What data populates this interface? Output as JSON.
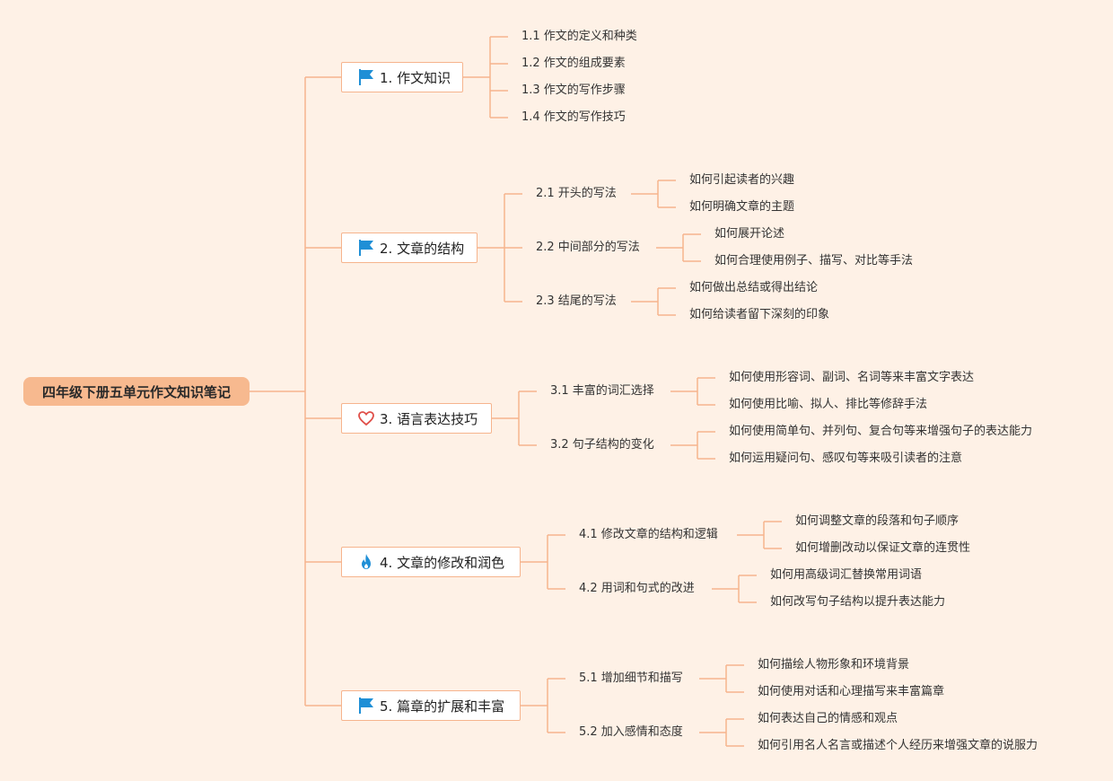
{
  "root": {
    "title": "四年级下册五单元作文知识笔记"
  },
  "colors": {
    "background": "#fef1e6",
    "root_fill": "#f7b98f",
    "line": "#f6b48d",
    "flag": "#1f8fd6",
    "heart": "#e0504a",
    "flame": "#1f8fd6"
  },
  "branches": [
    {
      "label": "1. 作文知识",
      "icon": "flag-icon",
      "children": [
        {
          "label": "1.1 作文的定义和种类",
          "children": []
        },
        {
          "label": "1.2 作文的组成要素",
          "children": []
        },
        {
          "label": "1.3 作文的写作步骤",
          "children": []
        },
        {
          "label": "1.4 作文的写作技巧",
          "children": []
        }
      ]
    },
    {
      "label": "2. 文章的结构",
      "icon": "flag-icon",
      "children": [
        {
          "label": "2.1 开头的写法",
          "children": [
            "如何引起读者的兴趣",
            "如何明确文章的主题"
          ]
        },
        {
          "label": "2.2 中间部分的写法",
          "children": [
            "如何展开论述",
            "如何合理使用例子、描写、对比等手法"
          ]
        },
        {
          "label": "2.3 结尾的写法",
          "children": [
            "如何做出总结或得出结论",
            "如何给读者留下深刻的印象"
          ]
        }
      ]
    },
    {
      "label": "3. 语言表达技巧",
      "icon": "heart-icon",
      "children": [
        {
          "label": "3.1 丰富的词汇选择",
          "children": [
            "如何使用形容词、副词、名词等来丰富文字表达",
            "如何使用比喻、拟人、排比等修辞手法"
          ]
        },
        {
          "label": "3.2 句子结构的变化",
          "children": [
            "如何使用简单句、并列句、复合句等来增强句子的表达能力",
            "如何运用疑问句、感叹句等来吸引读者的注意"
          ]
        }
      ]
    },
    {
      "label": "4. 文章的修改和润色",
      "icon": "flame-icon",
      "children": [
        {
          "label": "4.1 修改文章的结构和逻辑",
          "children": [
            "如何调整文章的段落和句子顺序",
            "如何增删改动以保证文章的连贯性"
          ]
        },
        {
          "label": "4.2 用词和句式的改进",
          "children": [
            "如何用高级词汇替换常用词语",
            "如何改写句子结构以提升表达能力"
          ]
        }
      ]
    },
    {
      "label": "5. 篇章的扩展和丰富",
      "icon": "flag-icon",
      "children": [
        {
          "label": "5.1 增加细节和描写",
          "children": [
            "如何描绘人物形象和环境背景",
            "如何使用对话和心理描写来丰富篇章"
          ]
        },
        {
          "label": "5.2 加入感情和态度",
          "children": [
            "如何表达自己的情感和观点",
            "如何引用名人名言或描述个人经历来增强文章的说服力"
          ]
        }
      ]
    }
  ]
}
